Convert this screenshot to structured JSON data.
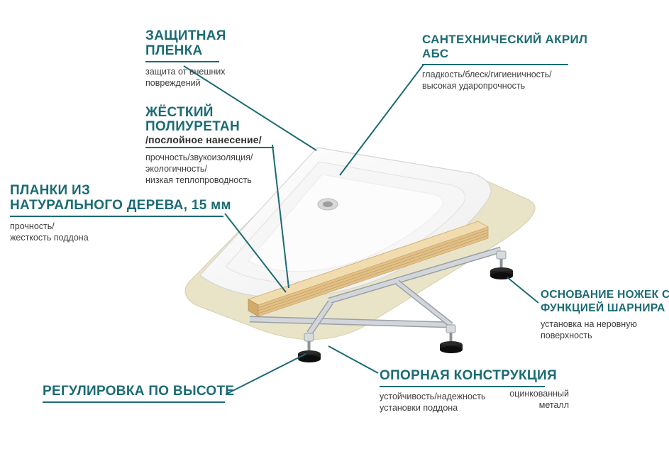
{
  "page": {
    "background": "#ffffff",
    "language": "ru",
    "subject": "shower-tray-construction-infographic"
  },
  "colors": {
    "accent": "#1b6b73",
    "text": "#3d3d3d",
    "tray_acrylic": "#fdfdfd",
    "polyurethane_base": "#e9e4c7",
    "wood": "#e2c188",
    "metal": "#d2d6da",
    "foot": "#1f1f1f"
  },
  "illustration": {
    "parts": [
      "shower-tray-top",
      "drain",
      "polyurethane-base",
      "wood-batten",
      "support-frame",
      "adjustable-feet"
    ]
  },
  "callouts": {
    "protective_film": {
      "title_lines": [
        "ЗАЩИТНАЯ",
        "ПЛЕНКА"
      ],
      "desc_lines": [
        "защита от внешних",
        "повреждений"
      ]
    },
    "acrylic": {
      "title_lines": [
        "САНТЕХНИЧЕСКИЙ АКРИЛ",
        "АБС"
      ],
      "desc_lines": [
        "гладкость/блеск/гигиеничность/",
        "высокая ударопрочность"
      ]
    },
    "polyurethane": {
      "title_lines": [
        "ЖЁСТКИЙ",
        "ПОЛИУРЕТАН"
      ],
      "subtitle": "/послойное нанесение/",
      "desc_lines": [
        "прочность/звукоизоляция/",
        "экологичность/",
        "низкая теплопроводность"
      ]
    },
    "wood": {
      "title_lines": [
        "ПЛАНКИ ИЗ",
        "НАТУРАЛЬНОГО ДЕРЕВА, 15 мм"
      ],
      "desc_lines": [
        "прочность/",
        "жесткость поддона"
      ]
    },
    "feet": {
      "title_lines": [
        "ОСНОВАНИЕ НОЖЕК С",
        "ФУНКЦИЕЙ ШАРНИРА"
      ],
      "desc_lines": [
        "установка на неровную",
        "поверхность"
      ]
    },
    "height": {
      "title": "РЕГУЛИРОВКА ПО ВЫСОТЕ"
    },
    "frame": {
      "title": "ОПОРНАЯ КОНСТРУКЦИЯ",
      "desc_lines": [
        "устойчивость/надежность",
        "установки поддона"
      ],
      "note_lines": [
        "оцинкованный",
        "металл"
      ]
    }
  }
}
